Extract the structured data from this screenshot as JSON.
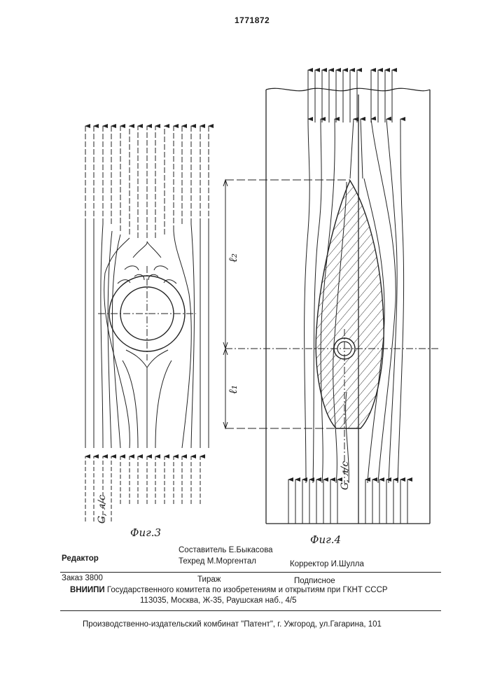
{
  "header": {
    "patent_number": "1771872"
  },
  "figures": {
    "fig3": {
      "caption": "Фиг.3",
      "flow_label": "G, л/с"
    },
    "fig4": {
      "caption": "Фиг.4",
      "flow_label": "G, л/с",
      "dim_upper": "ℓ₂",
      "dim_lower": "ℓ₁"
    }
  },
  "imprint": {
    "editor_label": "Редактор",
    "compiler": "Составитель Е.Быкасова",
    "techred": "Техред М.Моргентал",
    "corrector": "Корректор  И.Шулла",
    "order": "Заказ  3800",
    "circulation": "Тираж",
    "subscription": "Подписное",
    "org_name": "ВНИИПИ",
    "org_line": "Государственного комитета по изобретениям и открытиям при ГКНТ СССР",
    "address": "113035, Москва, Ж-35, Раушская наб., 4/5",
    "publisher": "Производственно-издательский комбинат \"Патент\", г. Ужгород, ул.Гагарина, 101"
  }
}
